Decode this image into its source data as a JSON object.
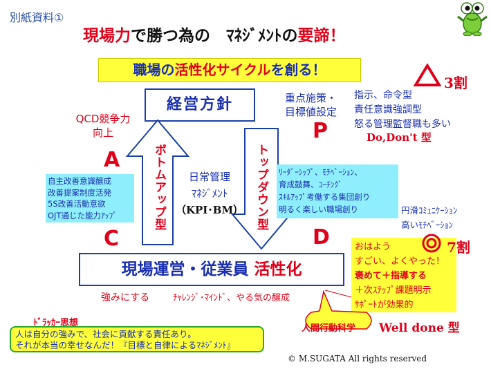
{
  "page_tag": "別紙資料①",
  "title": {
    "part1": "現場力",
    "part2": "で勝つ為の　",
    "part3": "ﾏﾈｼﾞﾒﾝﾄ",
    "part4": "の",
    "part5": "要諦！"
  },
  "banner": {
    "part1": "職場の",
    "part2": "活性化サイクル",
    "part3": "を創る！"
  },
  "policy_box": "経営方針",
  "site_box": {
    "part1": "現場運営・従業員",
    "part2": "活性化"
  },
  "arrows": {
    "bottom_up": "ボトムアップ型",
    "top_down": "トップダウン型"
  },
  "daily_mgmt": {
    "line1": "日常管理",
    "line2": "ﾏﾈｼﾞﾒﾝﾄ",
    "line3": "（KPI･BM）"
  },
  "letters": {
    "p": "P",
    "a": "A",
    "c": "C",
    "d": "D"
  },
  "qcd": {
    "line1": "QCD競争力",
    "line2": "向上"
  },
  "plan_label": {
    "line1": "重点施策・",
    "line2": "目標値設定"
  },
  "triangle_rate": "3割",
  "directive": {
    "line1": "指示、命令型",
    "line2": "責任意識強調型",
    "line3": "怒る管理監督職も多い"
  },
  "dodont": "Do,Don't 型",
  "act_box": [
    "自主改善意識醸成",
    "改善提案制度活発",
    "5S改善活動意欲",
    "OJT通じた能力ｱｯﾌﾟ"
  ],
  "do_box": [
    "ﾘｰﾀﾞｰｼｯﾌﾟ、ﾓﾁﾍﾞｰｼｮﾝ、",
    "育成鼓舞、ｺｰﾁﾝｸﾞ",
    "ｽｷﾙｱｯﾌﾟ考働する集団創り",
    "明るく楽しい職場創り"
  ],
  "comm": {
    "line1": "円滑ｺﾐｭﾆｹｰｼｮﾝ",
    "line2": "高いﾓﾁﾍﾞｰｼｮﾝ"
  },
  "circle_rate": "7割",
  "praise": {
    "line1": "おはよう",
    "line2": "すごい、よくやった！",
    "line3": "褒めて＋指導する",
    "line4": "＋次ｽﾃｯﾌﾟ課題明示",
    "line5": "ｻﾎﾟｰﾄが効果的"
  },
  "welldone": "Well done 型",
  "strength": "強みにする",
  "challenge": "ﾁｬﾚﾝｼﾞ･ﾏｲﾝﾄﾞ、やる気の醸成",
  "drucker_title": "ﾄﾞﾗｯｶｰ思想",
  "drucker_box": {
    "line1": "人は自分の強みで、社会に貢献する責任あり。",
    "line2": "それが本当の幸せなんだ！『目標と自律によるﾏﾈｼﾞﾒﾝﾄ』"
  },
  "bubble": "人間行動科学",
  "copyright": "M.SUGATA  All rights reserved",
  "colors": {
    "red": "#e0001a",
    "blue": "#1a2fb0",
    "yellow": "#ffff3a",
    "cyan": "#8feefc",
    "green": "#2aa82a"
  }
}
